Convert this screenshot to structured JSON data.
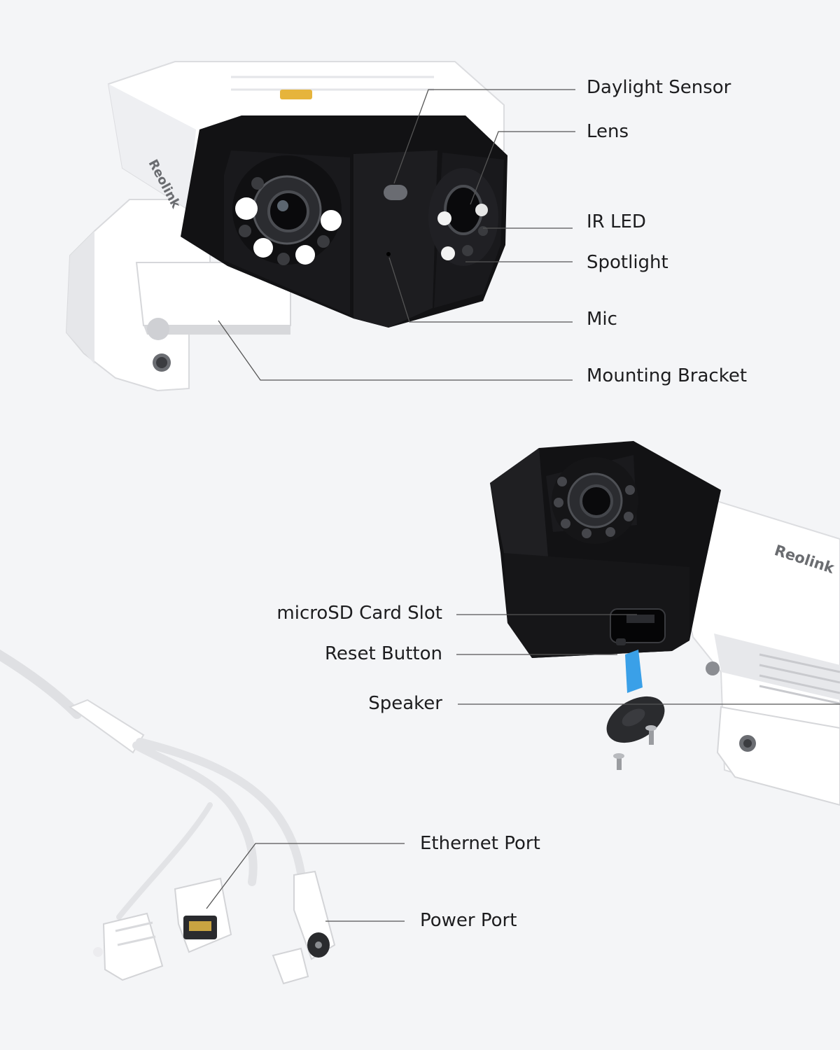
{
  "brand": "Reolink",
  "colors": {
    "background": "#f4f5f7",
    "housing_white": "#ffffff",
    "housing_shade": "#dcdde0",
    "face_black": "#121214",
    "face_dark": "#232326",
    "leader_line": "#555555",
    "sd_card": "#3aa0e8",
    "text": "#1d1d1f"
  },
  "labels": {
    "daylight_sensor": "Daylight Sensor",
    "lens": "Lens",
    "ir_led": "IR LED",
    "spotlight": "Spotlight",
    "mic": "Mic",
    "mounting_bracket": "Mounting Bracket",
    "microsd_slot": "microSD Card Slot",
    "reset_button": "Reset Button",
    "speaker": "Speaker",
    "ethernet_port": "Ethernet Port",
    "power_port": "Power Port"
  }
}
